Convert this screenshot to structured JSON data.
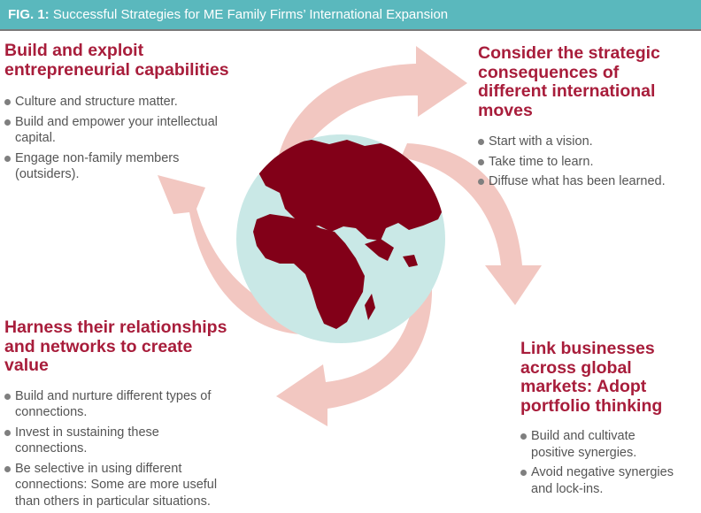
{
  "header": {
    "fig_label": "FIG. 1:",
    "title": "Successful Strategies for ME Family Firms’ International Expansion"
  },
  "colors": {
    "header_bg": "#5ab8bd",
    "heading": "#a81d3b",
    "arrow": "#f2c7c1",
    "ocean": "#c9e8e6",
    "land": "#820018",
    "bullet_text": "#555555"
  },
  "blocks": {
    "top_left": {
      "heading": [
        "Build and exploit",
        "entrepreneurial capabilities"
      ],
      "bullets": [
        [
          "Culture and structure matter."
        ],
        [
          "Build and empower your intellectual",
          "capital."
        ],
        [
          "Engage non-family members",
          "(outsiders)."
        ]
      ]
    },
    "top_right": {
      "heading": [
        "Consider the strategic",
        "consequences of",
        "different international",
        "moves"
      ],
      "bullets": [
        [
          "Start with a vision."
        ],
        [
          "Take time to learn."
        ],
        [
          "Diffuse what has been learned."
        ]
      ]
    },
    "bottom_left": {
      "heading": [
        "Harness their relationships",
        "and networks to create",
        "value"
      ],
      "bullets": [
        [
          "Build and nurture different types of",
          "connections."
        ],
        [
          "Invest in sustaining these",
          "connections."
        ],
        [
          "Be selective in using different",
          "connections: Some are more useful",
          "than others in particular situations."
        ]
      ]
    },
    "bottom_right": {
      "heading": [
        "Link businesses",
        "across global",
        "markets: Adopt",
        "portfolio thinking"
      ],
      "bullets": [
        [
          "Build and cultivate",
          "positive synergies."
        ],
        [
          "Avoid negative synergies",
          "and lock-ins."
        ]
      ]
    }
  },
  "icons": {
    "globe": "globe-icon",
    "arrows": "cycle-arrow-icon",
    "bullet": "bullet-dot-icon"
  }
}
